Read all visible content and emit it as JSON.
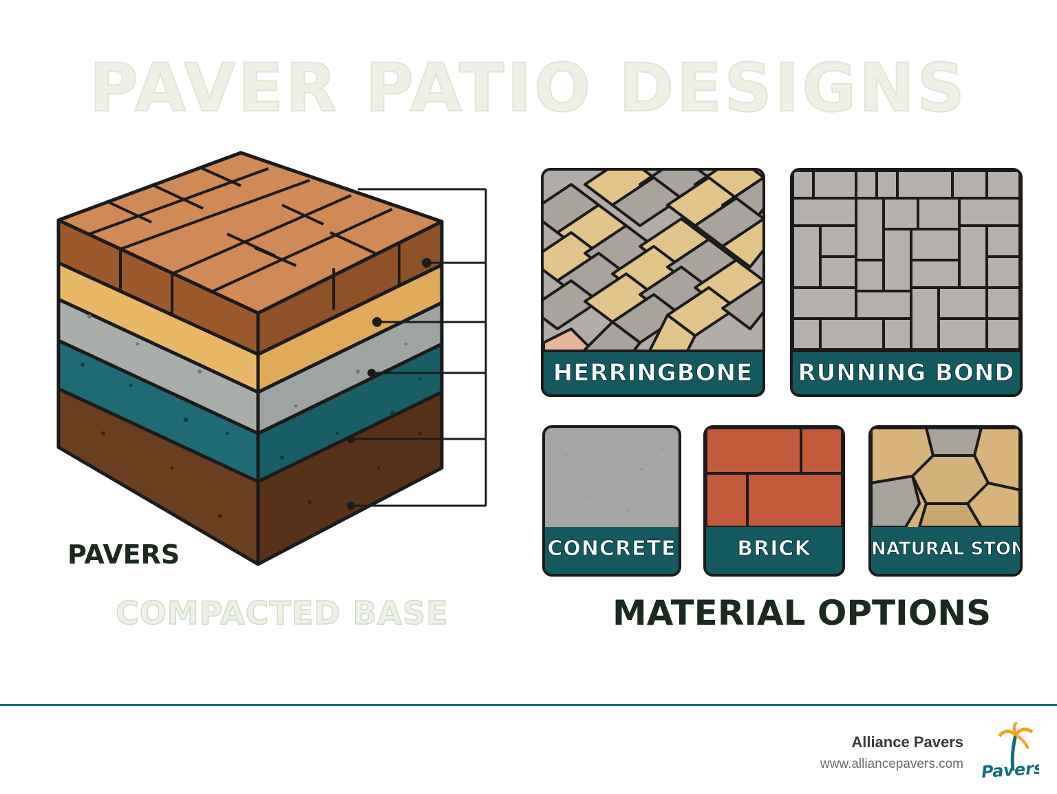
{
  "title": "PAVER PATIO DESIGNS",
  "diagram": {
    "pavers_label": "PAVERS",
    "base_label": "COMPACTED BASE"
  },
  "patterns": [
    {
      "label": "HERRINGBONE"
    },
    {
      "label": "RUNNING BOND"
    }
  ],
  "materials": [
    {
      "label": "CONCRETE"
    },
    {
      "label": "BRICK"
    },
    {
      "label": "NATURAL STONE"
    }
  ],
  "materials_title": "MATERIAL OPTIONS",
  "footer": {
    "brand": "Alliance Pavers",
    "url": "www.alliancepavers.com",
    "logo_text": "Pavers"
  },
  "colors": {
    "teal": "#125a60",
    "brick": "#c25a3c",
    "sand": "#e8b867",
    "clay": "#b9703e"
  }
}
